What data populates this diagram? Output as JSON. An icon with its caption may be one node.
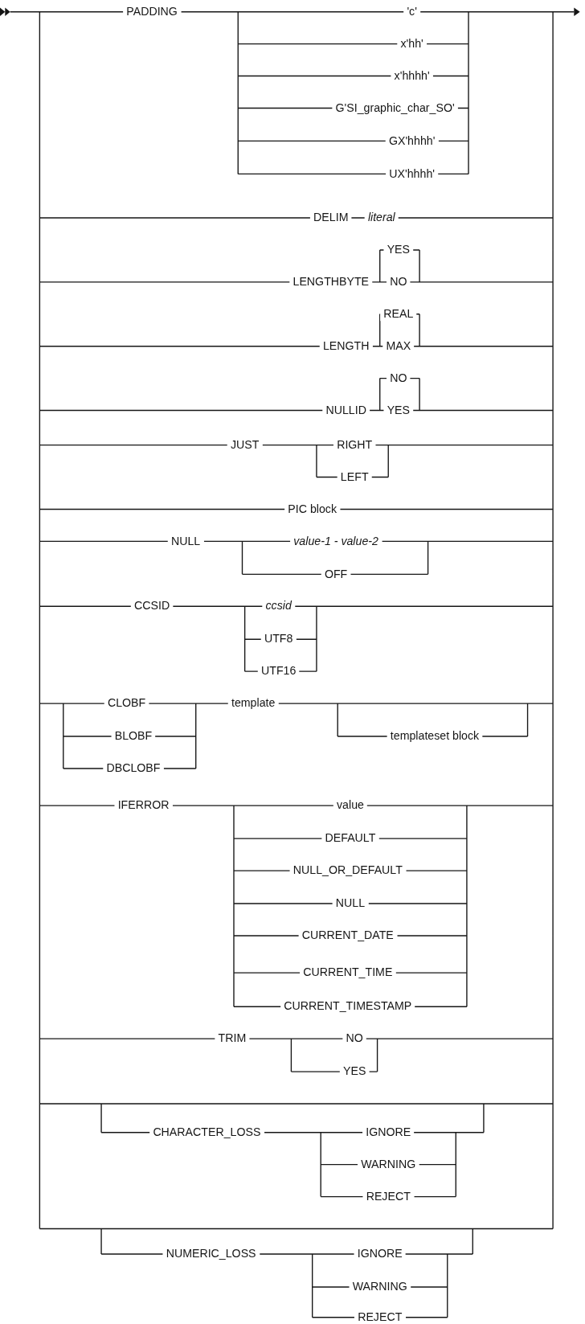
{
  "diagram": {
    "labels": [
      "PADDING",
      "'c'",
      "x'hh'",
      "x'hhhh'",
      "G'SI_graphic_char_SO'",
      "GX'hhhh'",
      "UX'hhhh'",
      "DELIM",
      "literal",
      "YES",
      "LENGTHBYTE",
      "NO",
      "REAL",
      "LENGTH",
      "MAX",
      "NO",
      "NULLID",
      "YES",
      "JUST",
      "RIGHT",
      "LEFT",
      "PIC block",
      "NULL",
      "value-1 - value-2",
      "OFF",
      "CCSID",
      "ccsid",
      "UTF8",
      "UTF16",
      "CLOBF",
      "template",
      "BLOBF",
      "templateset block",
      "DBCLOBF",
      "IFERROR",
      "value",
      "DEFAULT",
      "NULL_OR_DEFAULT",
      "NULL",
      "CURRENT_DATE",
      "CURRENT_TIME",
      "CURRENT_TIMESTAMP",
      "TRIM",
      "NO",
      "YES",
      "CHARACTER_LOSS",
      "IGNORE",
      "WARNING",
      "REJECT",
      "NUMERIC_LOSS",
      "IGNORE",
      "WARNING",
      "REJECT"
    ]
  }
}
